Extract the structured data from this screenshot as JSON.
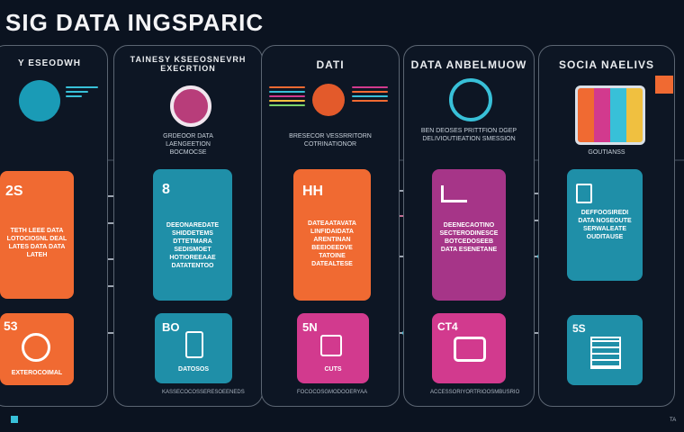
{
  "title": "SIG DATA INGSPARIC",
  "panels": [
    {
      "title": "Y ESEODWH",
      "note": "",
      "label_top": ""
    },
    {
      "title": "TAINESY KSEEOSNEVRH EXECRTION",
      "note": "GRDEOOR DATA LAENGEETION BOCMOCSE"
    },
    {
      "title": "DATI",
      "note": "BRESECOR VESSRRITORN COTRINATIONOR"
    },
    {
      "title": "DATA ANBELMUOW",
      "note": "BEN DEOSES PRITTFION DGEP DELIVIOUTIEATION SMESSION"
    },
    {
      "title": "SOCIA NAELIVS",
      "note": "GOUTIANSS"
    }
  ],
  "cards": {
    "c1_top": {
      "glyph": "2S",
      "text": "TETH LEEE DATA LOTOCIOSNL DEAL LATES DATA DATA LATEH"
    },
    "c1_bot": {
      "glyph": "53",
      "text": "EXTEROCOIMAL"
    },
    "c2_top": {
      "glyph": "8",
      "text": "DEEONAREDATE SHIDDETEMS DTTETMARA SEDISMOET HOTIOREEAAE DATATENTOO"
    },
    "c2_bot": {
      "glyph": "BO",
      "text": "DATOSOS"
    },
    "c3_top": {
      "glyph": "HH",
      "text": "DATEAATAVATA LINFIDAIDATA ARENTINAN BEEIOEEDVE TATOINE DATEALTESE"
    },
    "c3_bot": {
      "glyph": "5N",
      "text": "CUTS"
    },
    "c4_top": {
      "glyph": "",
      "text": "DEENECAOTINO SECTERODINESCE BOTCEDOSEEB DATA ESENETANE"
    },
    "c4_bot": {
      "glyph": "CT4",
      "text": ""
    },
    "c5_top": {
      "glyph": "",
      "text": "DEFFOOSIREDI DATA NOSEOUTE SERWALEATE OUDITAUSE"
    },
    "c5_bot": {
      "glyph": "5S",
      "text": ""
    }
  },
  "footer": {
    "f2": "KASSECOCOSSERESOEENEDS",
    "f3": "FOCOCOSGMODOOERYAA",
    "f4": "ACCESSORIYORTRIOOSMBUSRIO",
    "f5": "TA"
  },
  "colors": {
    "orange": "#f06a32",
    "teal": "#1f8fa8",
    "pink": "#d23a8e",
    "purple": "#a63588",
    "cyan": "#38c0d8"
  }
}
